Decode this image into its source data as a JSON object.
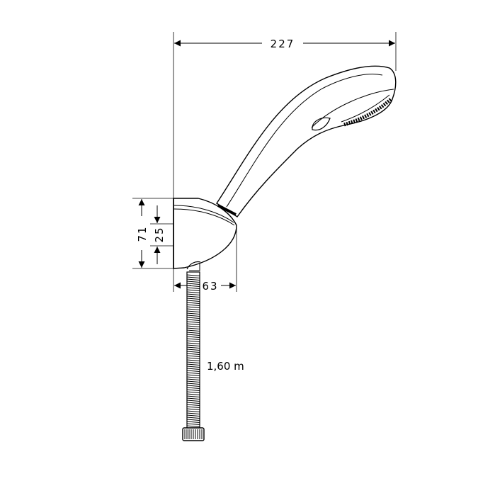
{
  "drawing": {
    "dimensions": {
      "overall_width": "227",
      "holder_height": "71",
      "holder_inner": "25",
      "holder_depth": "63",
      "hose_length": "1,60 m"
    },
    "colors": {
      "line": "#000000",
      "background": "#ffffff"
    }
  }
}
